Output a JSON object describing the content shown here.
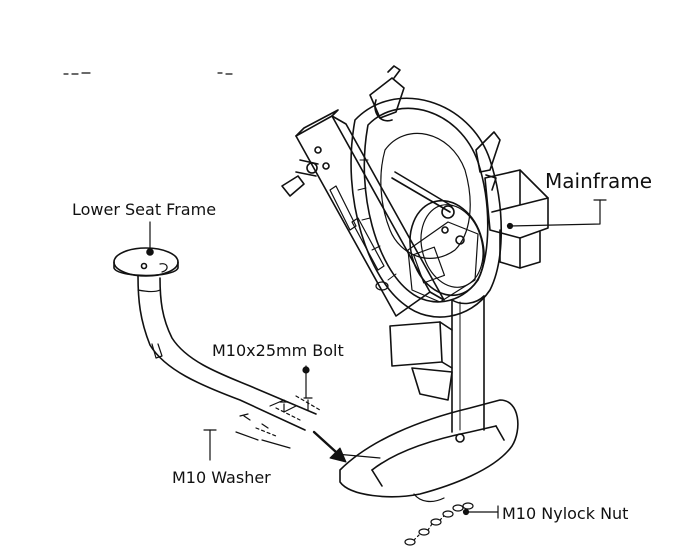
{
  "labels": {
    "lower_seat_frame": "Lower Seat Frame",
    "mainframe": "Mainframe",
    "bolt": "M10x25mm Bolt",
    "washer": "M10 Washer",
    "nylock_nut": "M10 Nylock Nut"
  },
  "colors": {
    "line": "#111111",
    "background": "#ffffff"
  }
}
